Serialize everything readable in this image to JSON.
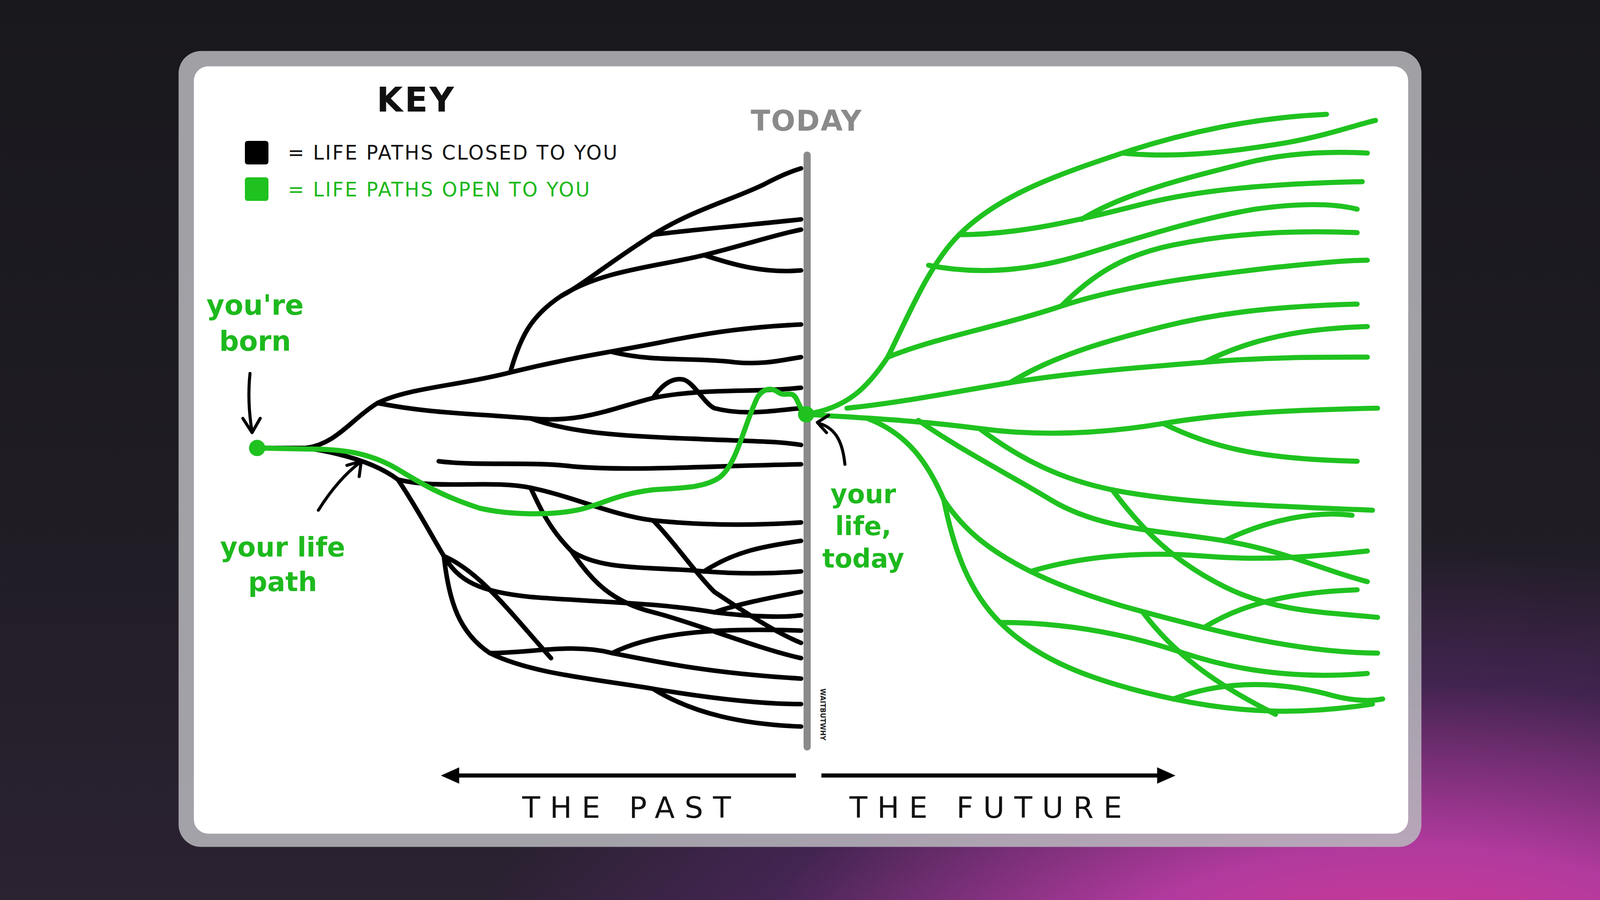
{
  "diagram": {
    "labels": [
      "KEY",
      "TODAY",
      "you're born",
      "your life path",
      "your life, today",
      "THE PAST",
      "THE FUTURE",
      "WAITBUTWHY"
    ],
    "legend": [
      {
        "text": "= LIFE PATHS CLOSED TO YOU",
        "color": "#000000"
      },
      {
        "text": "= LIFE PATHS OPEN TO YOU",
        "color": "#1fc21f"
      }
    ]
  }
}
